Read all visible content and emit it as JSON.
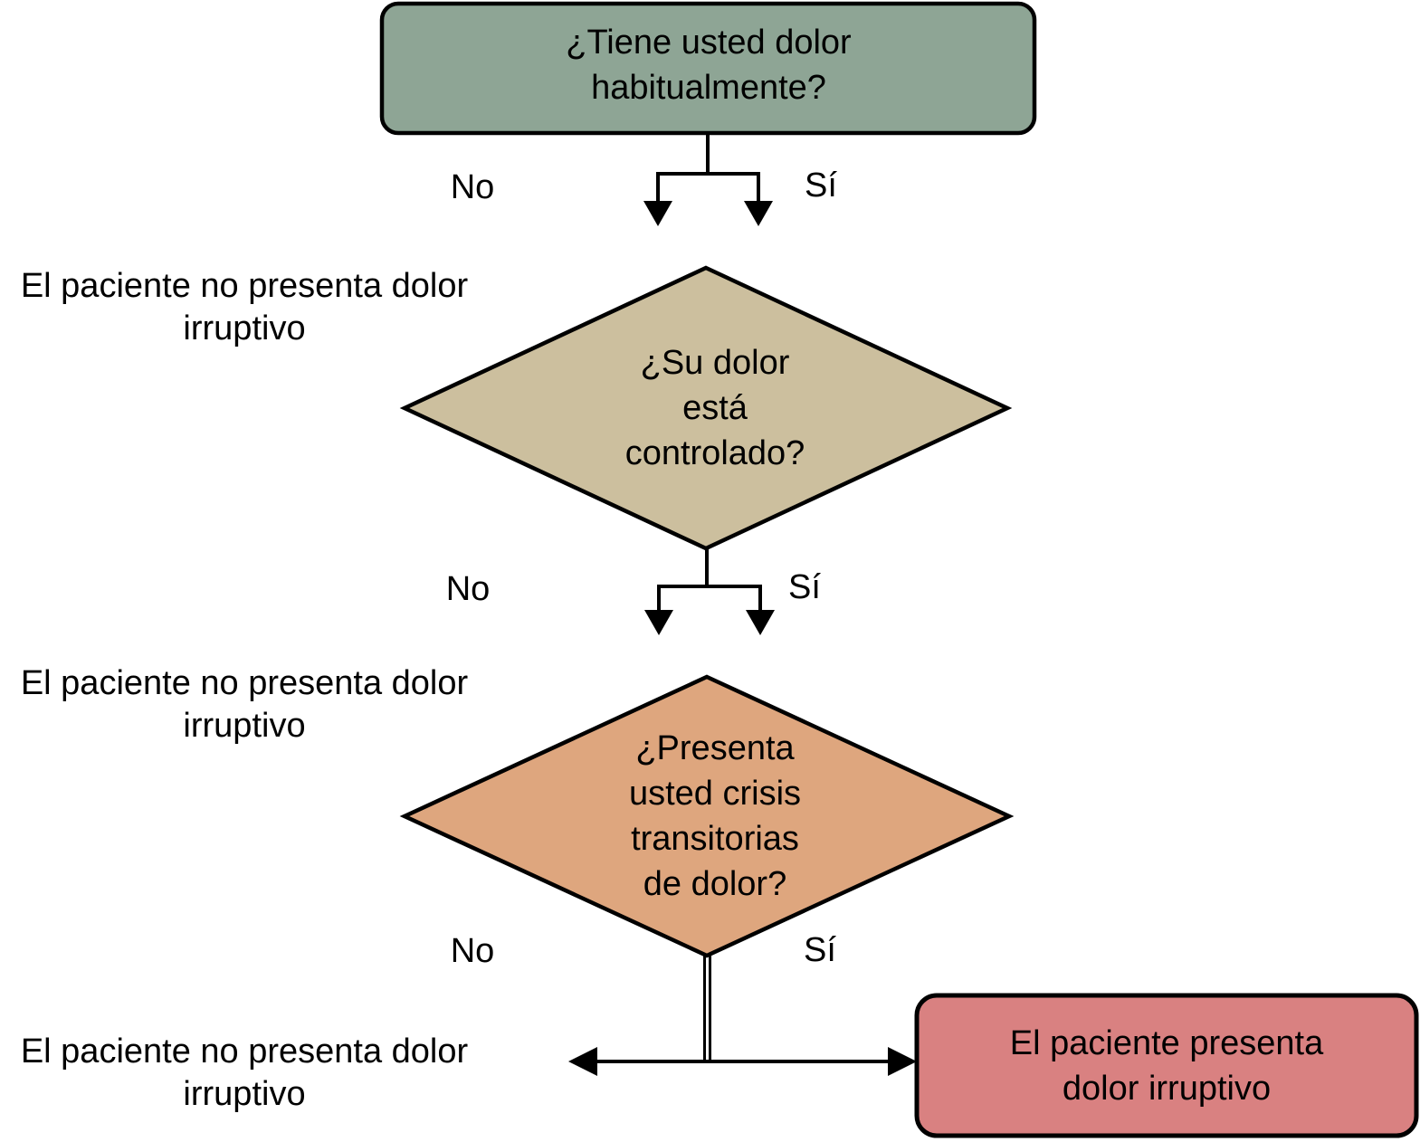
{
  "colors": {
    "background": "#ffffff",
    "line": "#000000",
    "text": "#000000",
    "start_fill": "#8EA595",
    "decision1_fill": "#CCBF9E",
    "decision2_fill": "#DEA67E",
    "outcome_positive_fill": "#D98181"
  },
  "flowchart": {
    "start_question": "¿Tiene usted dolor\nhabitualmente?",
    "decision_pain_controlled": "¿Su dolor\nestá\ncontrolado?",
    "decision_transient_crises": "¿Presenta\nusted crisis\ntransitorias\nde dolor?",
    "outcome_negative": "El paciente no presenta dolor\nirruptivo",
    "outcome_positive": "El paciente presenta\ndolor irruptivo",
    "labels": {
      "no": "No",
      "yes": "Sí"
    }
  }
}
